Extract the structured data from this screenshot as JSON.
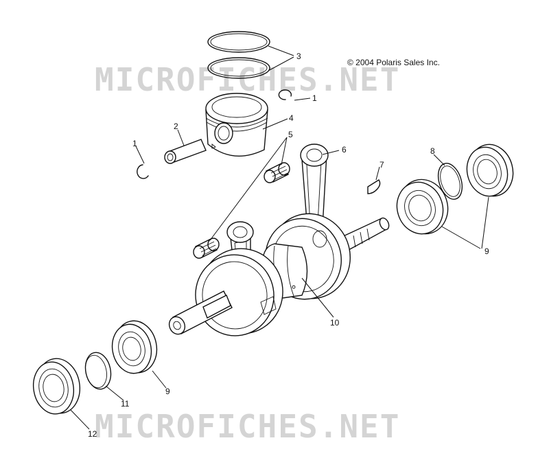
{
  "copyright": "© 2004 Polaris Sales Inc.",
  "watermark": "MICROFICHES.NET",
  "callouts": {
    "c1a": "1",
    "c1b": "1",
    "c2": "2",
    "c3": "3",
    "c4": "4",
    "c5": "5",
    "c6": "6",
    "c7": "7",
    "c8": "8",
    "c9a": "9",
    "c9b": "9",
    "c10": "10",
    "c11": "11",
    "c12": "12"
  }
}
